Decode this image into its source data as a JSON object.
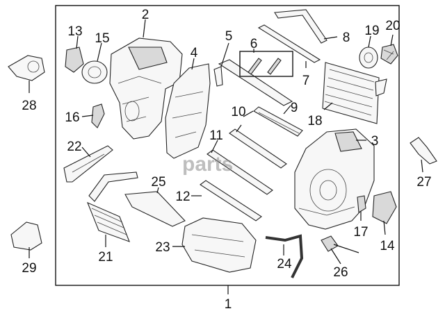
{
  "watermark": "parts",
  "callouts": [
    {
      "id": "1",
      "label": "1"
    },
    {
      "id": "2",
      "label": "2"
    },
    {
      "id": "3",
      "label": "3"
    },
    {
      "id": "4",
      "label": "4"
    },
    {
      "id": "5",
      "label": "5"
    },
    {
      "id": "6",
      "label": "6"
    },
    {
      "id": "7",
      "label": "7"
    },
    {
      "id": "8",
      "label": "8"
    },
    {
      "id": "9",
      "label": "9"
    },
    {
      "id": "10",
      "label": "10"
    },
    {
      "id": "11",
      "label": "11"
    },
    {
      "id": "12",
      "label": "12"
    },
    {
      "id": "13",
      "label": "13"
    },
    {
      "id": "14",
      "label": "14"
    },
    {
      "id": "15",
      "label": "15"
    },
    {
      "id": "16",
      "label": "16"
    },
    {
      "id": "17",
      "label": "17"
    },
    {
      "id": "18",
      "label": "18"
    },
    {
      "id": "19",
      "label": "19"
    },
    {
      "id": "20",
      "label": "20"
    },
    {
      "id": "21",
      "label": "21"
    },
    {
      "id": "22",
      "label": "22"
    },
    {
      "id": "23",
      "label": "23"
    },
    {
      "id": "24",
      "label": "24"
    },
    {
      "id": "25",
      "label": "25"
    },
    {
      "id": "26",
      "label": "26"
    },
    {
      "id": "27",
      "label": "27"
    },
    {
      "id": "28",
      "label": "28"
    },
    {
      "id": "29",
      "label": "29"
    }
  ]
}
